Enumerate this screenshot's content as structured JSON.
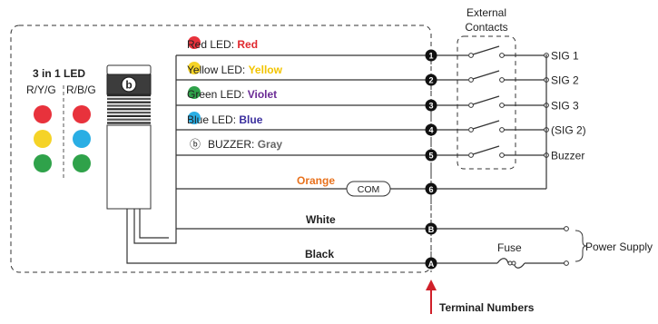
{
  "header": {
    "external_line1": "External",
    "external_line2": "Contacts"
  },
  "legend": {
    "title": "3 in 1 LED",
    "col1": "R/Y/G",
    "col2": "R/B/G",
    "col1_colors": [
      "#e8323c",
      "#f5d327",
      "#2fa24a"
    ],
    "col2_colors": [
      "#e8323c",
      "#2aaee4",
      "#2fa24a"
    ]
  },
  "device": {
    "buzzer_mark": "b"
  },
  "wires": [
    {
      "label": "Red LED: ",
      "color_name": "Red",
      "color_hex": "#e0282e",
      "dot": "#e8323c",
      "terminal": "1",
      "signal": "SIG 1"
    },
    {
      "label": "Yellow LED: ",
      "color_name": "Yellow",
      "color_hex": "#f2c400",
      "dot": "#f5d327",
      "terminal": "2",
      "signal": "SIG 2"
    },
    {
      "label": "Green LED: ",
      "color_name": "Violet",
      "color_hex": "#6b2b95",
      "dot": "#2fa24a",
      "terminal": "3",
      "signal": "SIG 3"
    },
    {
      "label": "Blue LED: ",
      "color_name": "Blue",
      "color_hex": "#3b2f9e",
      "dot": "#2aaee4",
      "terminal": "4",
      "signal": "(SIG 2)"
    },
    {
      "label_mark": "ⓑ",
      "label": "BUZZER: ",
      "color_name": "Gray",
      "color_hex": "#666666",
      "terminal": "5",
      "signal": "Buzzer"
    }
  ],
  "orange": {
    "label": "Orange",
    "color_hex": "#e8711c",
    "com": "COM",
    "terminal": "6"
  },
  "white": {
    "label": "White",
    "terminal": "B"
  },
  "black": {
    "label": "Black",
    "terminal": "A"
  },
  "fuse": {
    "label": "Fuse"
  },
  "power": {
    "label": "Power Supply"
  },
  "footer": {
    "terminal_numbers": "Terminal Numbers"
  }
}
